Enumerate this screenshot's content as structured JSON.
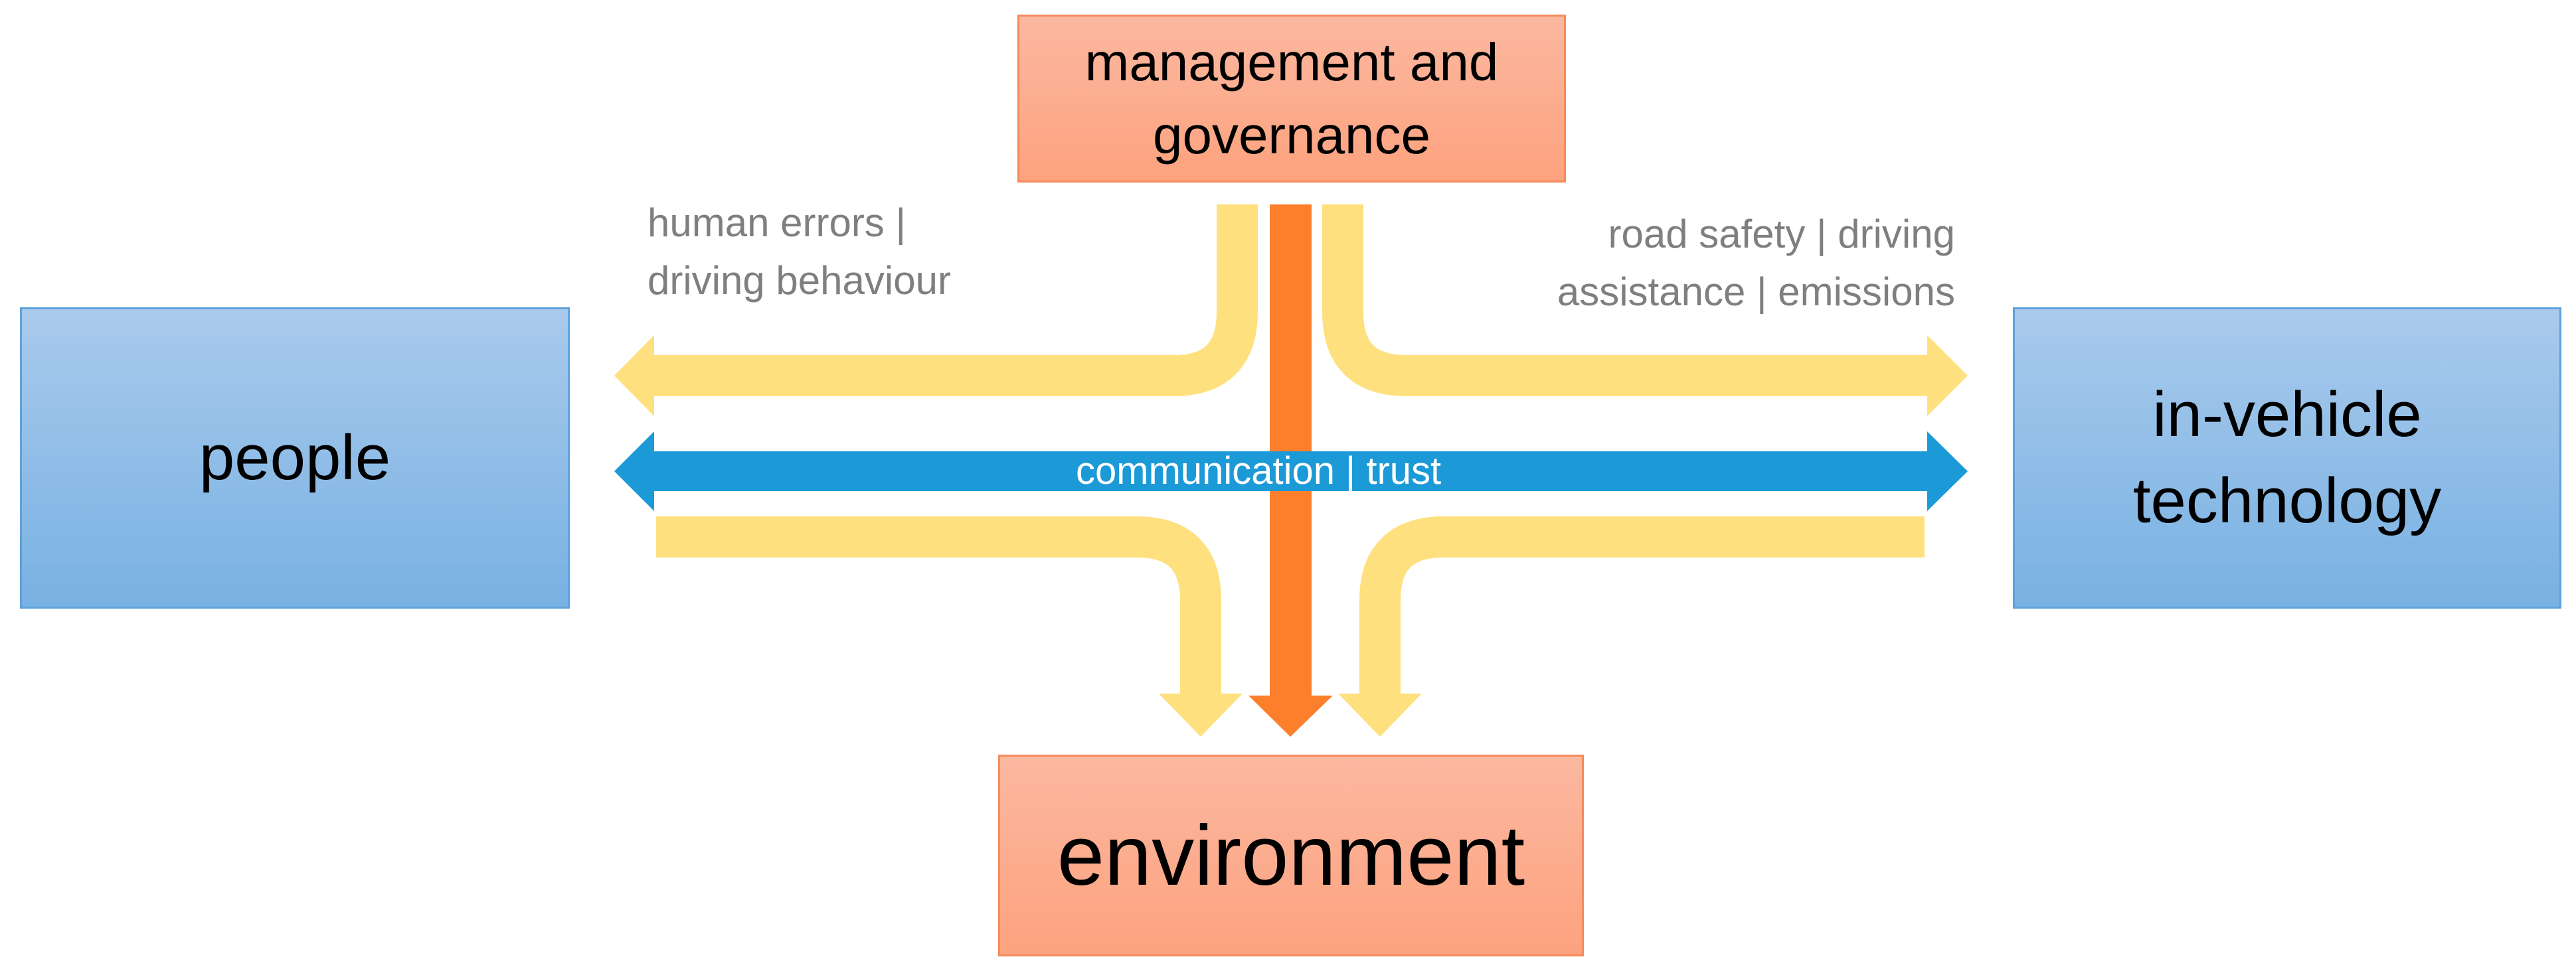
{
  "nodes": {
    "people": "people",
    "vehicle_tech_line1": "in-vehicle",
    "vehicle_tech_line2": "technology",
    "management_line1": "management and",
    "management_line2": "governance",
    "environment": "environment"
  },
  "annotations": {
    "left_line1": "human errors |",
    "left_line2": "driving behaviour",
    "right_line1": "road safety | driving",
    "right_line2": "assistance | emissions",
    "center_flow": "communication | trust"
  },
  "colors": {
    "blue_box": "#9dc3e6",
    "orange_box": "#fbae8f",
    "yellow_arrow": "#ffe07f",
    "orange_arrow": "#fd7f2c",
    "blue_arrow": "#1c9ad7",
    "annotation_text": "#7f7f7f"
  }
}
